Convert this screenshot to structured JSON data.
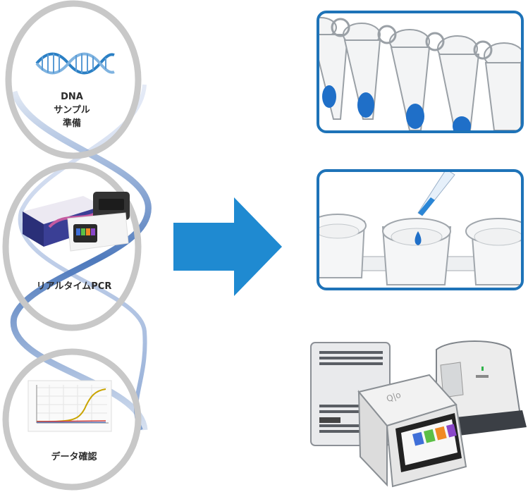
{
  "steps": [
    {
      "id": "prep",
      "label_line1": "DNA",
      "label_line2": "サンプル",
      "label_line3": "準備"
    },
    {
      "id": "pcr",
      "label": "リアルタイムPCR"
    },
    {
      "id": "check",
      "label": "データ確認"
    }
  ],
  "instrument_screen_colors": [
    "#3f6fd8",
    "#5cbf46",
    "#f08a24",
    "#8a47c9"
  ],
  "device_brand": "Q|o",
  "accent_color": "#1e73b8",
  "arrow_color": "#1f8ad1",
  "helix_colors": {
    "gray": "#c8c8c8",
    "blue": "#3b6bb5"
  }
}
